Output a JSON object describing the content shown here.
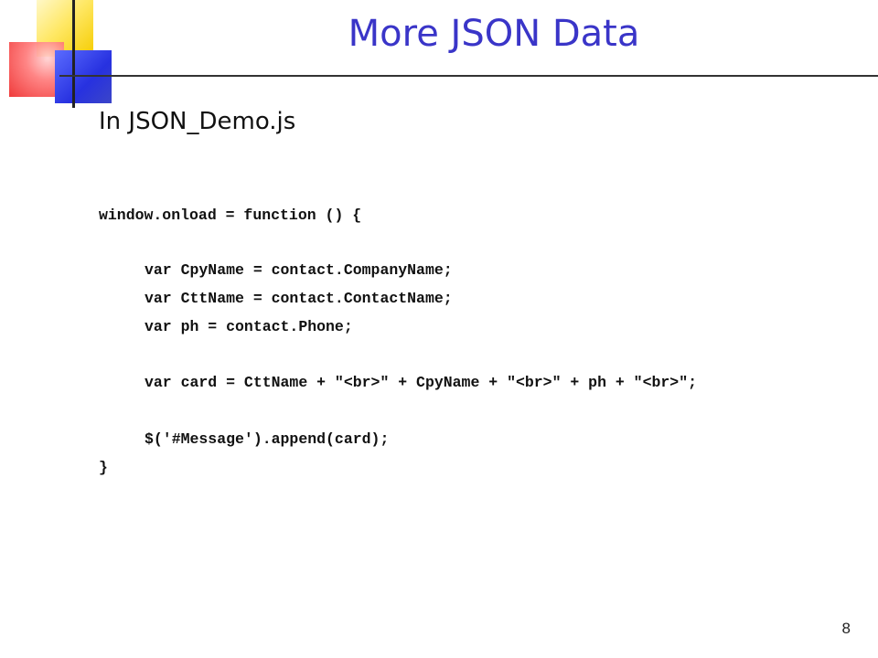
{
  "slide": {
    "title": "More JSON Data",
    "subtitle": "In JSON_Demo.js",
    "code_lines": [
      "window.onload = function () {",
      "var CpyName = contact.CompanyName;",
      "var CttName = contact.ContactName;",
      "var ph = contact.Phone;",
      "var card = CttName + \"<br>\" + CpyName + \"<br>\" + ph + \"<br>\";",
      "$('#Message').append(card);",
      "}"
    ],
    "page_number": "8"
  }
}
